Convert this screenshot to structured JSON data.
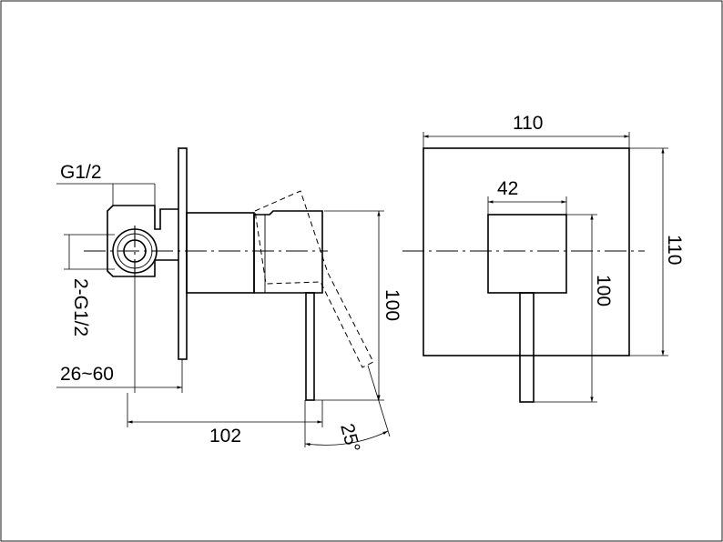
{
  "side_view": {
    "inlet_thread": "G1/2",
    "outlet_thread": "2-G1/2",
    "wall_depth_range": "26~60",
    "overall_depth": "102",
    "overall_height": "100",
    "lever_angle": "25°"
  },
  "front_view": {
    "plate_width": "110",
    "plate_height": "110",
    "handle_width": "42",
    "handle_height": "100"
  }
}
